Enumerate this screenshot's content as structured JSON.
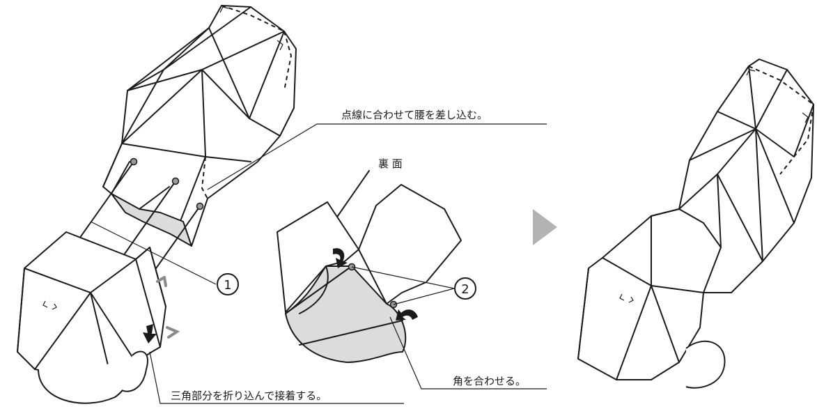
{
  "annotations": {
    "insert_waist": "点線に合わせて腰を差し込む。",
    "back_side": "裏 面",
    "fold_triangle": "三角部分を折り込んで接着する。",
    "align_corners": "角を合わせる。",
    "callout_1": "1",
    "callout_2": "2"
  },
  "colors": {
    "line": "#1a1a1a",
    "shade": "#dcdcdc",
    "connector_dot": "#9a9a9a",
    "step_arrow": "#b3b3b3",
    "hint_arrow": "#8a8a8a"
  },
  "icons": [
    "step-arrow-icon",
    "fold-arrow-icon",
    "rotate-arrow-icon"
  ]
}
